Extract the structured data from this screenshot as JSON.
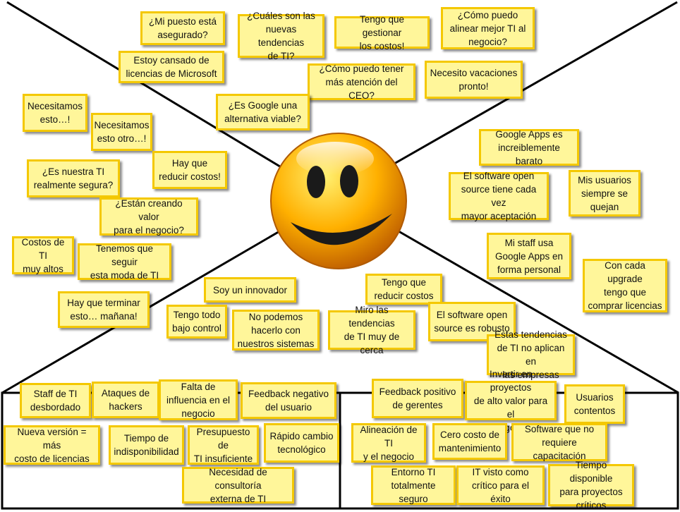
{
  "colors": {
    "note_fill": "#fff69a",
    "note_border": "#f4c800",
    "face_light": "#fff070",
    "face_mid": "#ffb000",
    "face_dark": "#c06000",
    "line": "#000000"
  },
  "face": {
    "icon": "smiley-face-icon"
  },
  "concerns": {
    "top": [
      "¿Mi puesto está\nasegurado?",
      "¿Cuáles son las\nnuevas tendencias\nde TI?",
      "Tengo que gestionar\nlos costos!",
      "¿Cómo puedo\nalinear mejor TI al\nnegocio?",
      "Estoy cansado de\nlicencias de Microsoft",
      "¿Cómo puedo tener\nmás atención del CEO?",
      "Necesito vacaciones\npronto!",
      "¿Es Google una\nalternativa viable?"
    ],
    "left": [
      "Necesitamos\nesto…!",
      "Necesitamos\nesto otro…!",
      "Hay que\nreducir costos!",
      "¿Es nuestra TI\nrealmente segura?",
      "¿Están creando valor\npara el negocio?",
      "Costos de TI\nmuy altos",
      "Tenemos que seguir\nesta moda de TI",
      "Hay que terminar\nesto… mañana!"
    ],
    "right": [
      "Google Apps es\nincreiblemente barato",
      "El software open\nsource tiene cada vez\nmayor aceptación",
      "Mis usuarios\nsiempre se\nquejan",
      "Mi staff usa\nGoogle Apps en\nforma personal",
      "Con cada upgrade\ntengo que\ncomprar licencias"
    ],
    "bottom": [
      "Soy un innovador",
      "Tengo todo\nbajo control",
      "No podemos\nhacerlo con\nnuestros sistemas",
      "Miro las tendencias\nde TI muy de cerca",
      "Tengo que\nreducir costos",
      "El software open\nsource es robusto",
      "Estas tendencias\nde TI no aplican en\nlas empresas"
    ]
  },
  "pains": [
    "Staff de TI\ndesbordado",
    "Ataques de\nhackers",
    "Falta de\ninfluencia en el\nnegocio",
    "Feedback negativo\ndel usuario",
    "Nueva versión = más\ncosto de licencias",
    "Tiempo de\nindisponibilidad",
    "Presupuesto de\nTI insuficiente",
    "Rápido cambio\ntecnológico",
    "Necesidad de consultoría\nexterna de TI"
  ],
  "gains": [
    "Feedback positivo\nde gerentes",
    "Invertir en proyectos\nde alto valor para el\nnegocio",
    "Usuarios\ncontentos",
    "Alineación de TI\ny el negocio",
    "Cero costo de\nmantenimiento",
    "Software que no\nrequiere capacitación",
    "Entorno TI\ntotalmente seguro",
    "IT visto como\ncrítico para el éxito",
    "Tiempo disponible\npara proyectos\ncríticos"
  ]
}
